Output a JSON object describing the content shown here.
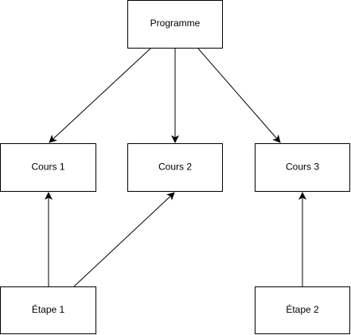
{
  "diagram": {
    "nodes": [
      {
        "id": "programme",
        "label": "Programme"
      },
      {
        "id": "cours1",
        "label": "Cours 1"
      },
      {
        "id": "cours2",
        "label": "Cours 2"
      },
      {
        "id": "cours3",
        "label": "Cours 3"
      },
      {
        "id": "etape1",
        "label": "Étape 1"
      },
      {
        "id": "etape2",
        "label": "Étape 2"
      }
    ],
    "edges": [
      {
        "from": "programme",
        "to": "cours1"
      },
      {
        "from": "programme",
        "to": "cours2"
      },
      {
        "from": "programme",
        "to": "cours3"
      },
      {
        "from": "etape1",
        "to": "cours1"
      },
      {
        "from": "etape1",
        "to": "cours2"
      },
      {
        "from": "etape2",
        "to": "cours3"
      }
    ]
  }
}
